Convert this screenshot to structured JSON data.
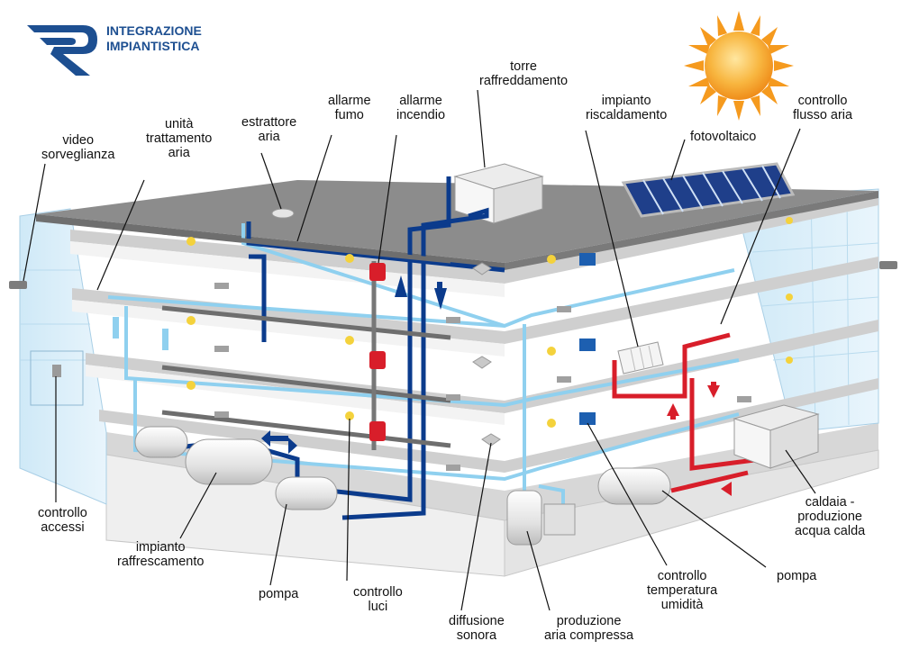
{
  "logo": {
    "line1": "INTEGRAZIONE",
    "line2": "IMPIANTISTICA"
  },
  "colors": {
    "brand_blue": "#1d4f91",
    "cold_water": "#8fd0ef",
    "dark_pipe": "#0b3b8c",
    "hot_water": "#d81e2a",
    "roof": "#8c8c8c",
    "sun": "#f59a1e"
  },
  "labels": {
    "video_sorveglianza": [
      "video",
      "sorveglianza"
    ],
    "unita_trattamento_aria": [
      "unità",
      "trattamento",
      "aria"
    ],
    "estrattore_aria": [
      "estrattore",
      "aria"
    ],
    "allarme_fumo": [
      "allarme",
      "fumo"
    ],
    "allarme_incendio": [
      "allarme",
      "incendio"
    ],
    "torre_raffreddamento": [
      "torre",
      "raffreddamento"
    ],
    "impianto_riscaldamento": [
      "impianto",
      "riscaldamento"
    ],
    "fotovoltaico": [
      "fotovoltaico"
    ],
    "controllo_flusso_aria": [
      "controllo",
      "flusso aria"
    ],
    "controllo_accessi": [
      "controllo",
      "accessi"
    ],
    "impianto_raffrescamento": [
      "impianto",
      "raffrescamento"
    ],
    "pompa_left": [
      "pompa"
    ],
    "controllo_luci": [
      "controllo",
      "luci"
    ],
    "diffusione_sonora": [
      "diffusione",
      "sonora"
    ],
    "produzione_aria_compressa": [
      "produzione",
      "aria compressa"
    ],
    "controllo_temperatura_umidita": [
      "controllo",
      "temperatura",
      "umidità"
    ],
    "pompa_right": [
      "pompa"
    ],
    "caldaia": [
      "caldaia -",
      "produzione",
      "acqua calda"
    ]
  }
}
